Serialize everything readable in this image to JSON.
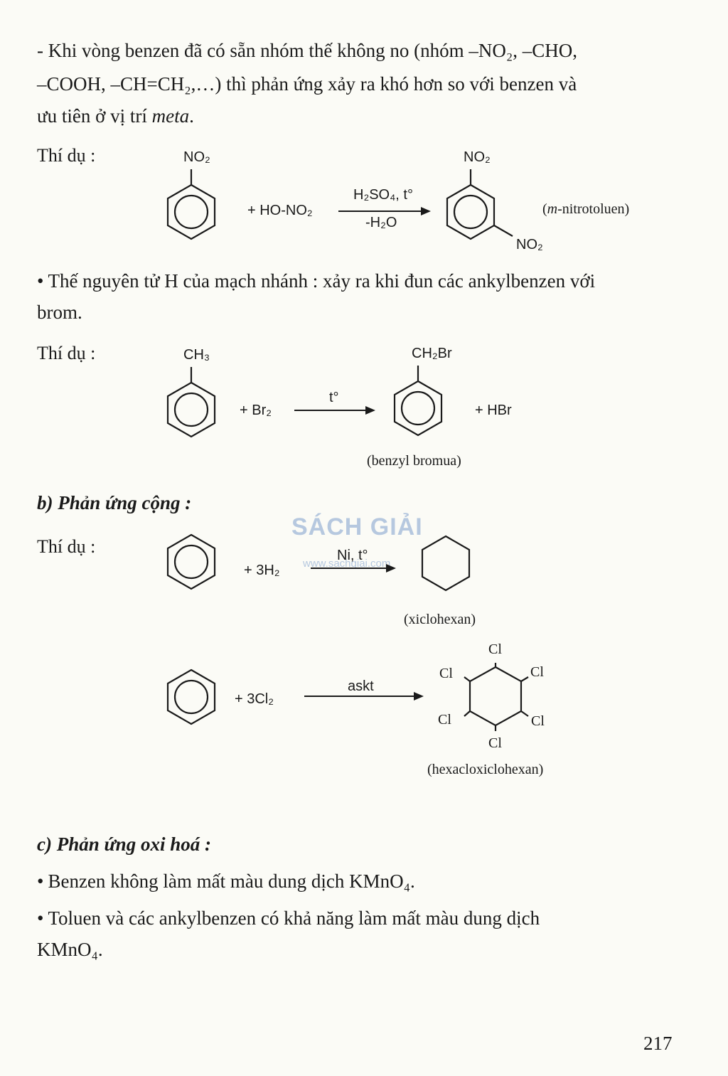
{
  "intro": {
    "line1": "- Khi vòng benzen đã có sẵn nhóm thế không no (nhóm –NO₂, –CHO,",
    "line2": "–COOH, –CH=CH₂,…) thì phản ứng xảy ra khó hơn so với benzen và",
    "line3_pre": "ưu tiên ở vị trí ",
    "line3_em": "meta",
    "line3_post": "."
  },
  "example_label": "Thí dụ :",
  "nitration": {
    "substituent": "NO₂",
    "plus_reagent": "+ HO-NO₂",
    "conditions_top": "H₂SO₄, t°",
    "conditions_bottom": "-H₂O",
    "product_top": "NO₂",
    "product_meta": "NO₂",
    "caption_pre": "(",
    "caption_em": "m",
    "caption_post": "-nitrotoluen)"
  },
  "side_chain": {
    "line1": "Thế nguyên tử H của mạch nhánh : xảy ra khi đun các ankylbenzen với",
    "line2": "brom."
  },
  "bromination": {
    "substituent": "CH₃",
    "plus_reagent": "+ Br₂",
    "condition": "t°",
    "product_substituent": "CH₂Br",
    "byproduct": "+ HBr",
    "caption": "(benzyl bromua)"
  },
  "section_b": "b) Phản ứng cộng :",
  "hydrogenation": {
    "plus_reagent": "+ 3H₂",
    "condition": "Ni, t°",
    "caption": "(xiclohexan)"
  },
  "chlorination": {
    "plus_reagent": "+ 3Cl₂",
    "condition": "askt",
    "substituents": [
      "Cl",
      "Cl",
      "Cl",
      "Cl",
      "Cl",
      "Cl"
    ],
    "caption": "(hexacloxiclohexan)"
  },
  "watermark": {
    "brand": "SÁCH GIẢI",
    "url": "www.sachgiai.com"
  },
  "section_c": "c) Phản ứng oxi hoá :",
  "oxidation": {
    "line1": "Benzen không làm mất màu dung dịch KMnO₄.",
    "line2a": "Toluen và các ankylbenzen có khả năng làm mất màu dung dịch",
    "line2b": "KMnO₄."
  },
  "page_number": "217"
}
